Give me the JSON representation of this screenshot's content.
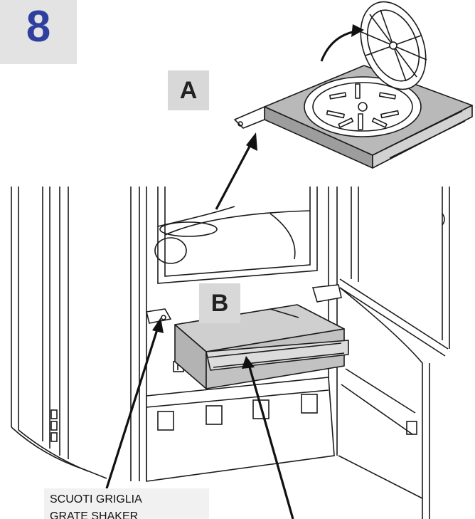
{
  "step": {
    "number": "8"
  },
  "labels": {
    "a": "A",
    "b": "B"
  },
  "caption": {
    "line1": "SCUOTI GRIGLIA",
    "line2": "GRATE SHAKER"
  },
  "colors": {
    "step_number": "#2f3fa0",
    "badge_background": "#e3e3e3",
    "part_fill": "#bdbdbd",
    "line": "#1a1a1a"
  }
}
